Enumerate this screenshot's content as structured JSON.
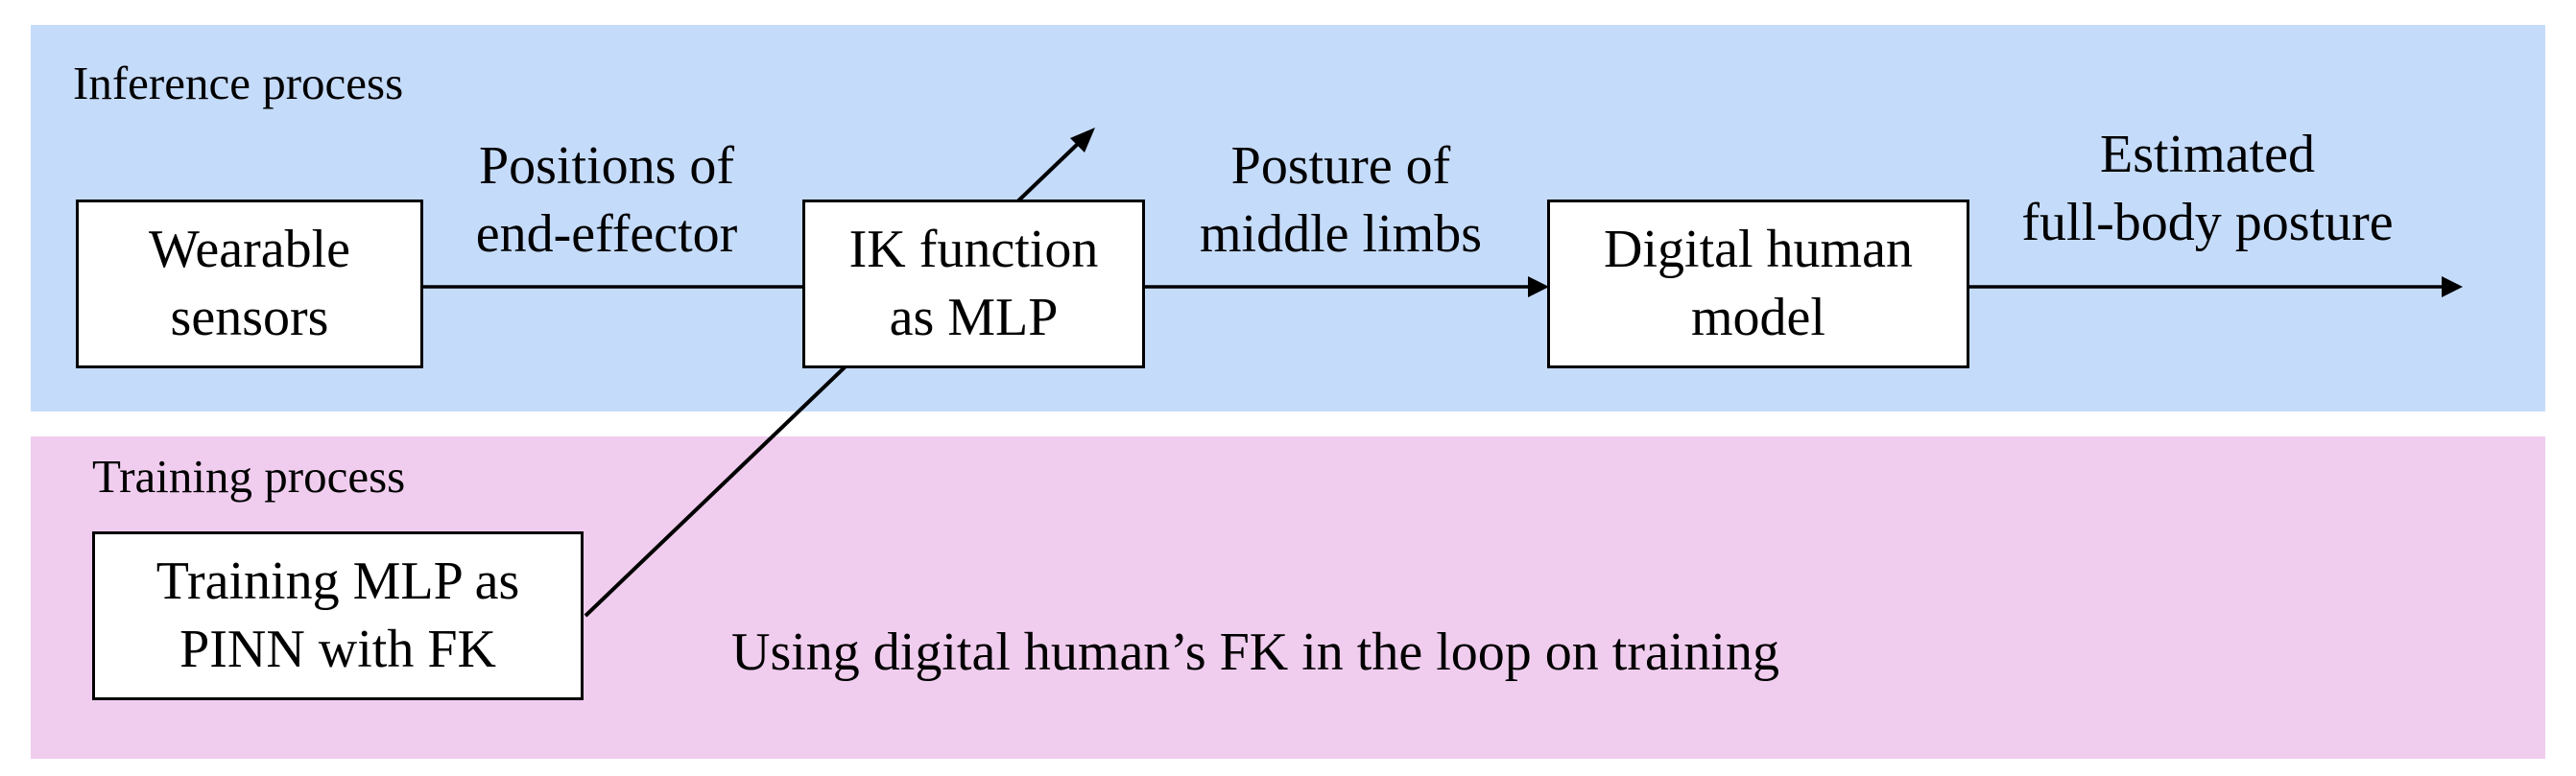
{
  "inference": {
    "title": "Inference process",
    "color": "#c5dbfa",
    "nodes": {
      "sensors": [
        "Wearable",
        "sensors"
      ],
      "ik_function": [
        "IK function",
        "as MLP"
      ],
      "human_model": [
        "Digital human",
        "model"
      ]
    },
    "edges": {
      "positions": [
        "Positions of",
        "end-effector"
      ],
      "posture": [
        "Posture of",
        "middle limbs"
      ],
      "estimated": [
        "Estimated",
        "full-body posture"
      ]
    }
  },
  "training": {
    "title": "Training process",
    "color": "#f0cdee",
    "node": [
      "Training MLP as",
      "PINN with FK"
    ],
    "note": "Using digital human’s FK in the loop on training"
  }
}
